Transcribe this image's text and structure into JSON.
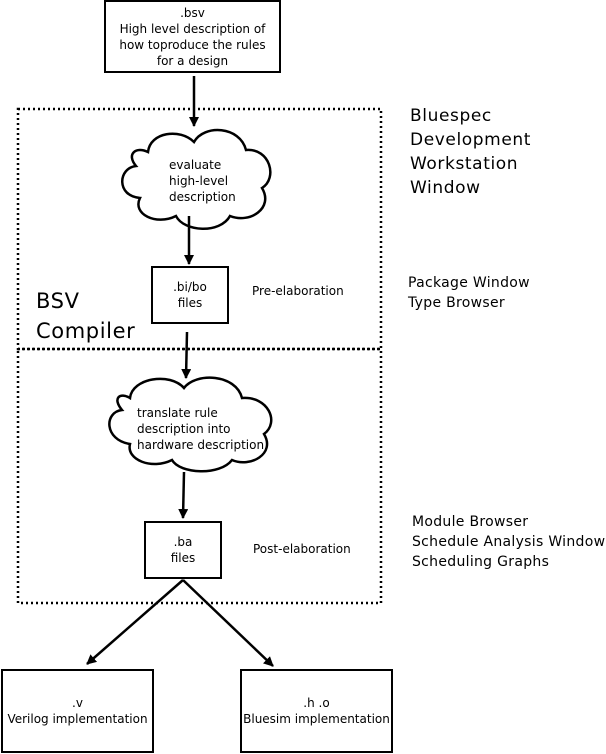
{
  "source_box": {
    "lines": [
      ".bsv",
      "High level description of",
      "how toproduce the rules",
      "for a design"
    ]
  },
  "cloud_evaluate": {
    "lines": [
      "evaluate",
      "high-level",
      "description"
    ]
  },
  "bibo_box": {
    "lines": [
      ".bi/bo",
      "files"
    ]
  },
  "pre_elaboration_label": "Pre-elaboration",
  "cloud_translate": {
    "lines": [
      "translate rule",
      "description into",
      "hardware description"
    ]
  },
  "ba_box": {
    "lines": [
      ".ba",
      "files"
    ]
  },
  "post_elaboration_label": "Post-elaboration",
  "compiler_label": {
    "lines": [
      "BSV",
      "Compiler"
    ]
  },
  "workstation_label": {
    "lines": [
      "Bluespec",
      "Development",
      "Workstation",
      "Window"
    ]
  },
  "package_label": {
    "lines": [
      "Package Window",
      "Type Browser"
    ]
  },
  "module_label": {
    "lines": [
      "Module Browser",
      "Schedule Analysis Window",
      "Scheduling Graphs"
    ]
  },
  "verilog_box": {
    "lines": [
      ".v",
      "Verilog implementation"
    ]
  },
  "bluesim_box": {
    "lines": [
      ".h .o",
      "Bluesim implementation"
    ]
  }
}
